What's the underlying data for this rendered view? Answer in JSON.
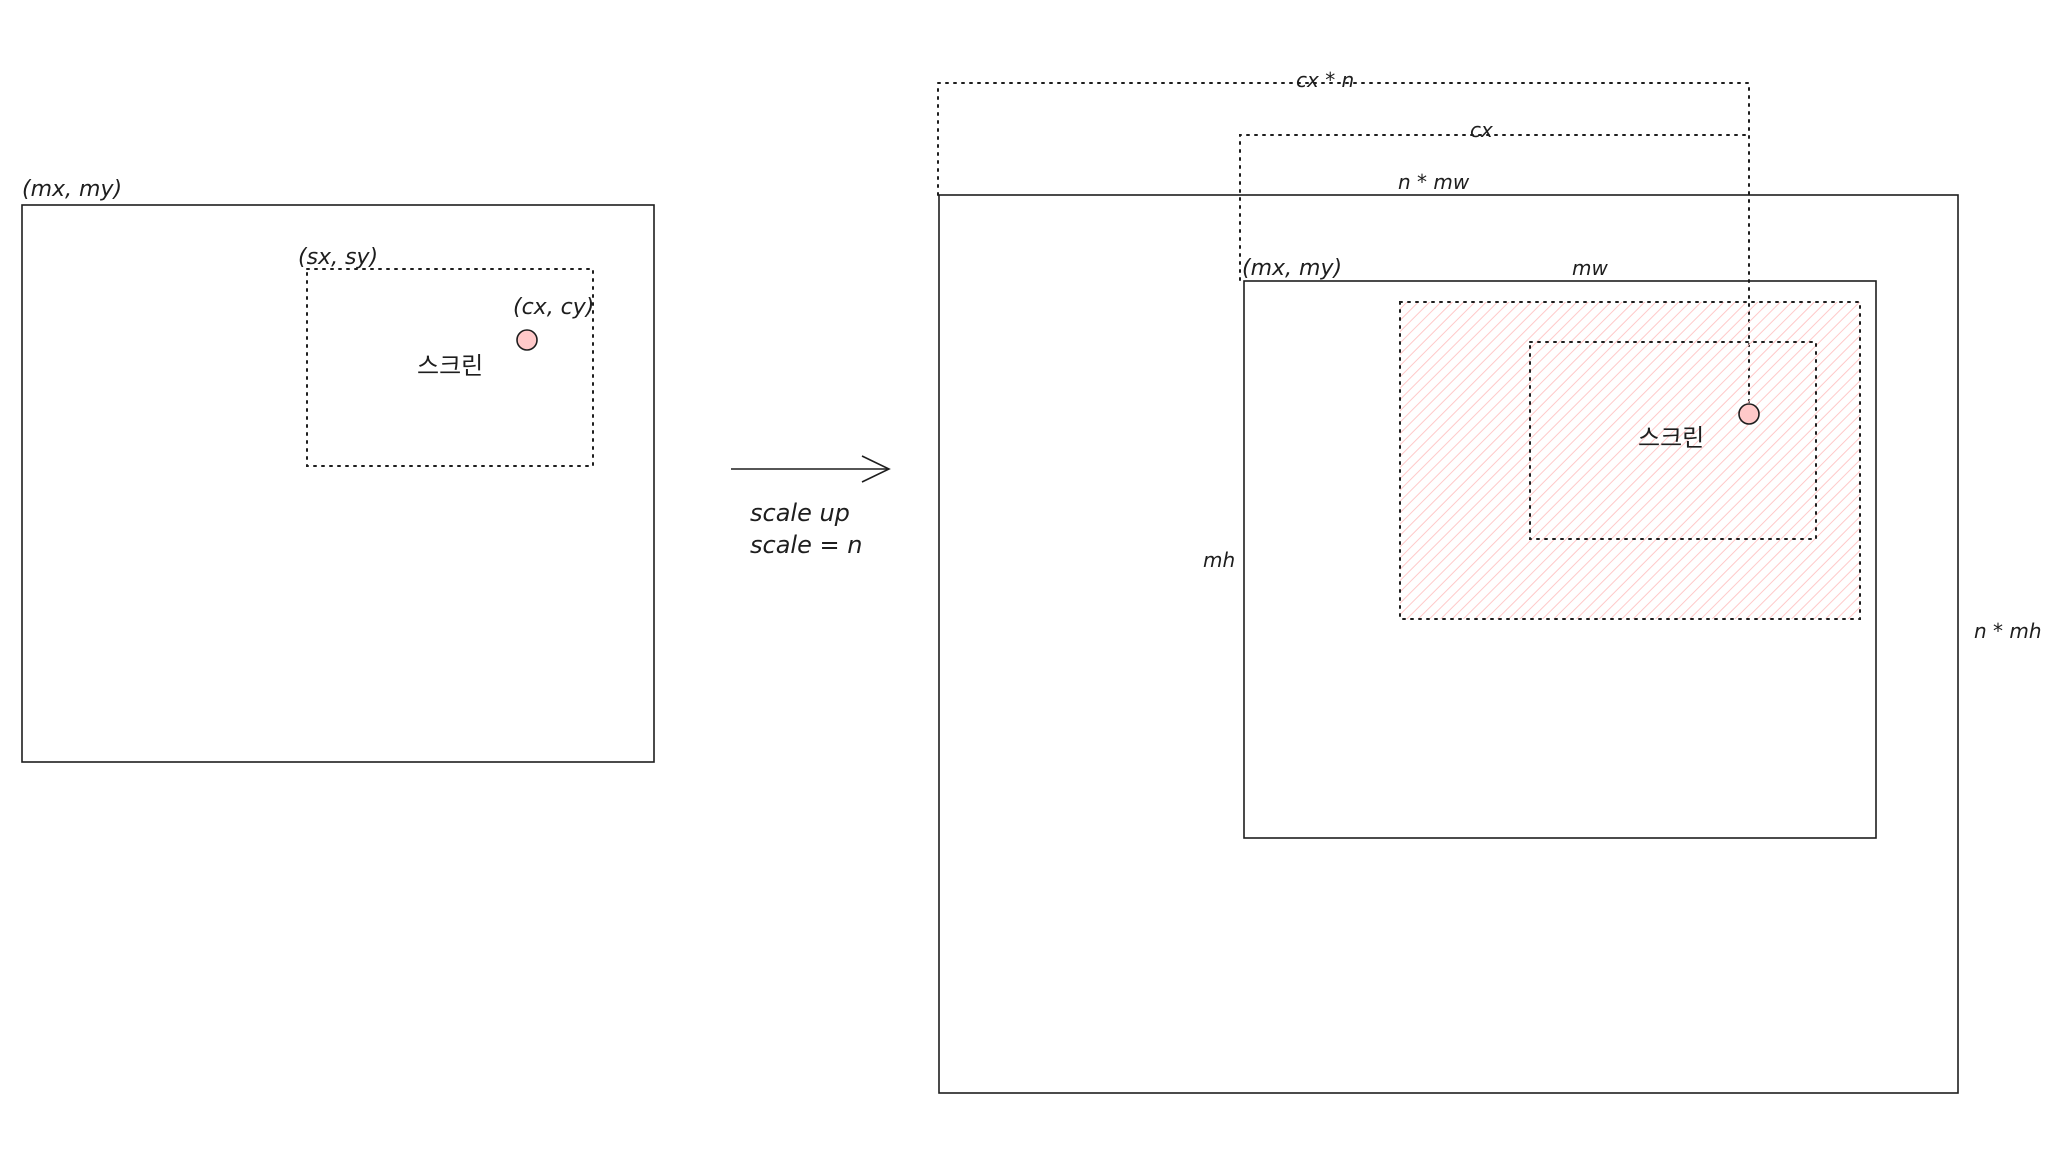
{
  "left_panel": {
    "origin_label": "(mx, my)",
    "screen_origin_label": "(sx, sy)",
    "center_label": "(cx, cy)",
    "screen_label": "스크린"
  },
  "transition": {
    "line1": "scale up",
    "line2": "scale = n"
  },
  "right_panel": {
    "cx_times_n_label": "cx * n",
    "cx_label": "cx",
    "scaled_width_label": "n * mw",
    "origin_label": "(mx, my)",
    "width_label": "mw",
    "height_label": "mh",
    "scaled_height_label": "n * mh",
    "screen_label": "스크린"
  },
  "colors": {
    "stroke": "#1e1e1e",
    "marker_fill": "#ffc9c9",
    "hatch": "#ffc9c9"
  }
}
